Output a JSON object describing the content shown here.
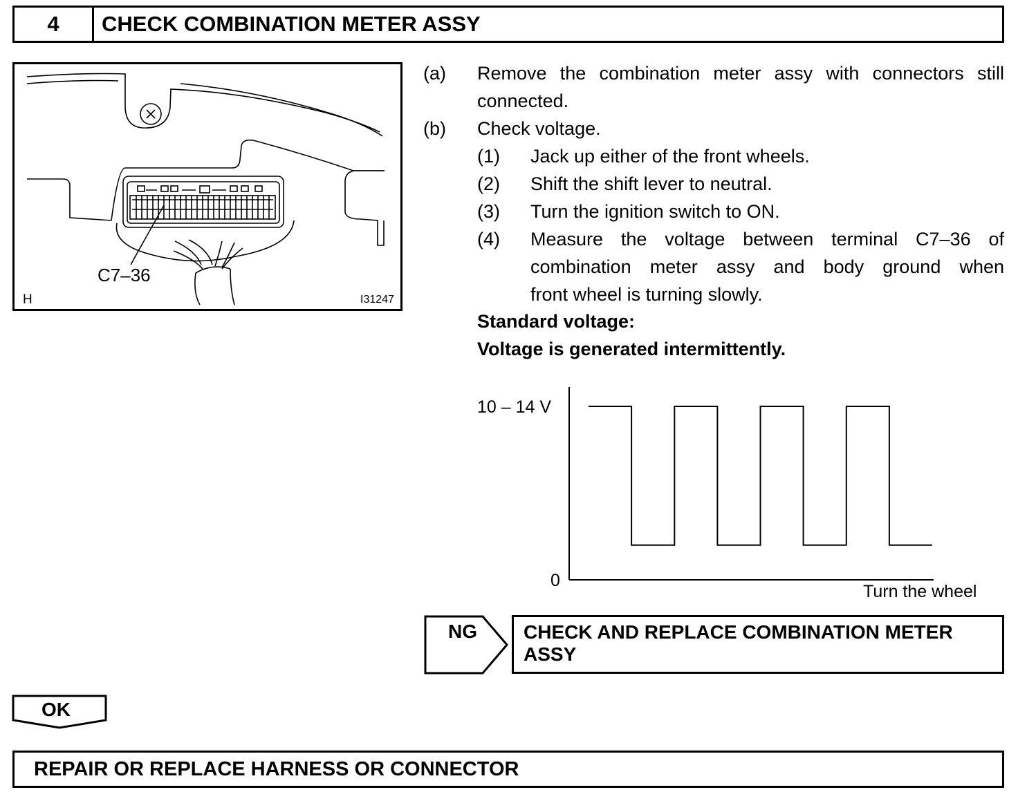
{
  "step": {
    "number": "4",
    "title": "CHECK COMBINATION METER ASSY"
  },
  "illustration": {
    "connector_label": "C7–36",
    "view_letter": "H",
    "figure_id": "I31247"
  },
  "instructions": {
    "a": {
      "marker": "(a)",
      "line1": "Remove the combination meter assy with connectors still",
      "line2": "connected."
    },
    "b": {
      "marker": "(b)",
      "text": "Check voltage."
    },
    "substeps": [
      {
        "marker": "(1)",
        "text": "Jack up either of the front wheels."
      },
      {
        "marker": "(2)",
        "text": "Shift the shift lever to neutral."
      },
      {
        "marker": "(3)",
        "text": "Turn the ignition switch to ON."
      },
      {
        "marker": "(4)",
        "line1": "Measure the voltage between terminal C7–36 of",
        "line2": "combination meter assy and body ground when",
        "line3": "front wheel is turning slowly."
      }
    ],
    "standard_label": "Standard voltage:",
    "standard_value": "Voltage is generated intermittently."
  },
  "chart_data": {
    "type": "line",
    "title": "",
    "ylabel": "",
    "xlabel": "Turn the wheel",
    "y_tick_labels": [
      "0",
      "10 – 14 V"
    ],
    "y_levels": {
      "low": 0.2,
      "high": 1.0
    },
    "series": [
      {
        "values": [
          1,
          0,
          1,
          0,
          1,
          0,
          1,
          0
        ]
      }
    ],
    "grid": false,
    "legend": "none"
  },
  "ng": {
    "label": "NG",
    "result": "CHECK AND REPLACE COMBINATION METER ASSY"
  },
  "ok": {
    "label": "OK"
  },
  "final_action": "REPAIR OR REPLACE HARNESS OR CONNECTOR"
}
